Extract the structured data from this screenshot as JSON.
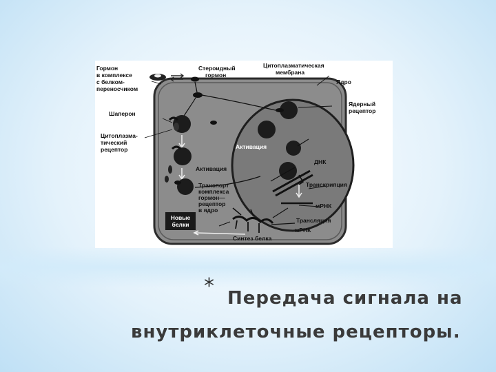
{
  "slide": {
    "bullet": "*",
    "title_line1": "Передача сигнала на",
    "title_line2": "внутриклеточные рецепторы."
  },
  "figure": {
    "labels": {
      "hormone_complex": [
        "Гормон",
        "в комплексе",
        "с белком-",
        "переносчиком"
      ],
      "steroid_hormone": [
        "Стероидный",
        "гормон"
      ],
      "cytoplasm_membrane": [
        "Цитоплазматическая",
        "мембрана"
      ],
      "nucleus": "Ядро",
      "chaperone": "Шаперон",
      "nuclear_receptor": [
        "Ядерный",
        "рецептор"
      ],
      "cytoplasmic_receptor": [
        "Цитоплазма-",
        "тический",
        "рецептор"
      ],
      "activation_nucleus": "Активация",
      "dna": "ДНК",
      "activation_cyto": "Активация",
      "transcription": "Транскрипция",
      "transport": [
        "Транспорт",
        "комплекса",
        "гормон—",
        "рецептор",
        "в ядро"
      ],
      "mrna1": "мРНК",
      "new_proteins": [
        "Новые",
        "белки"
      ],
      "translation": "Трансляция",
      "mrna2": "мРНК",
      "protein_synthesis": "Синтез белка"
    }
  }
}
